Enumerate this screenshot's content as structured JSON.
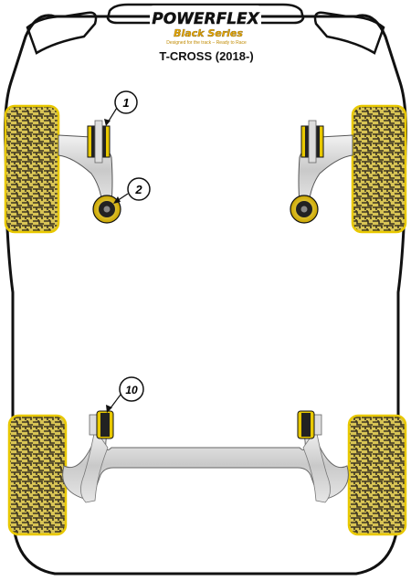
{
  "brand": {
    "logo_top": "POWERFLEX",
    "logo_bottom": "Black Series",
    "tagline": "Designed for the track – Ready to Race"
  },
  "model": "T-CROSS (2018-)",
  "callouts": [
    {
      "number": "1",
      "location": "front-left upper bush"
    },
    {
      "number": "2",
      "location": "front-left rear bush"
    },
    {
      "number": "10",
      "location": "rear-left anti-roll bar bush"
    }
  ],
  "colors": {
    "tyre_tread": "#d8c455",
    "tyre_dark": "#3a3320",
    "bush_yellow": "#e8c800",
    "bush_dark": "#222222",
    "arm_grey": "#c8c8c8",
    "body_outline": "#111111"
  }
}
